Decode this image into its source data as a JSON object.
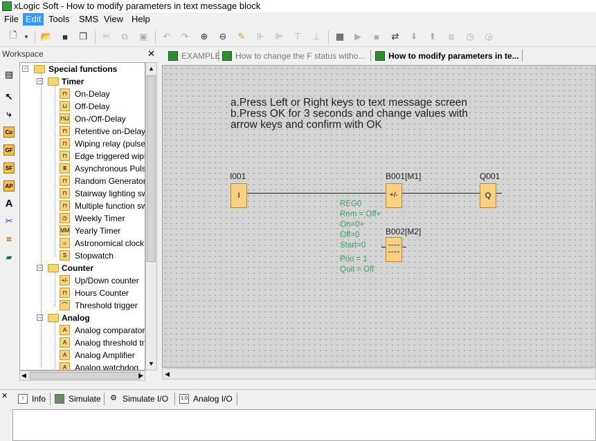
{
  "window": {
    "title": "xLogic Soft - How to modify parameters in text message block"
  },
  "menu": [
    "File",
    "Edit",
    "Tools",
    "SMS",
    "View",
    "Help"
  ],
  "menu_active": "Edit",
  "toolbar": {
    "icons": [
      "new-icon",
      "dropdown-icon",
      "open-icon",
      "save-icon",
      "save-all-icon",
      "cut-icon",
      "copy-icon",
      "paste-icon",
      "undo-icon",
      "redo-icon",
      "zoom-in-icon",
      "zoom-out-icon",
      "clear-icon",
      "align-left-icon",
      "align-center-icon",
      "align-top-icon",
      "align-middle-icon",
      "compile-icon",
      "run-icon",
      "stop-icon",
      "transfer-icon",
      "download-icon",
      "upload-icon",
      "compare-icon",
      "clock-icon",
      "timer-icon"
    ]
  },
  "workspace": {
    "title": "Workspace",
    "close": "✕",
    "left_tools": [
      "pointer-icon",
      "connector-icon",
      "Co",
      "GF",
      "SF",
      "AP",
      "text-tool-icon",
      "cut-wire-icon",
      "route-icon",
      "simulate-icon"
    ],
    "tree": {
      "root": "Special functions",
      "groups": [
        {
          "label": "Timer",
          "items": [
            "On-Delay",
            "Off-Delay",
            "On-/Off-Delay",
            "Retentive on-Delay",
            "Wiping relay (pulse",
            "Edge triggered wipi",
            "Asynchronous Puls",
            "Random Generator",
            "Stairway lighting sw",
            "Multiple function sw",
            "Weekly Timer",
            "Yearly Timer",
            "Astronomical clock",
            "Stopwatch"
          ]
        },
        {
          "label": "Counter",
          "items": [
            "Up/Down counter",
            "Hours Counter",
            "Threshold trigger"
          ]
        },
        {
          "label": "Analog",
          "items": [
            "Analog comparator",
            "Analog threshold tr",
            "Analog Amplifier",
            "Analog watchdog"
          ]
        }
      ]
    }
  },
  "tabs": [
    {
      "label": "EXAMPLE",
      "active": false
    },
    {
      "label": "How to change the F status witho...",
      "active": false
    },
    {
      "label": "How to modify parameters in te...",
      "active": true
    }
  ],
  "canvas": {
    "note_lines": [
      "a.Press Left or Right keys to text message screen",
      "b.Press OK for 3 seconds and change values with",
      "arrow keys and confirm with OK"
    ],
    "blocks": {
      "input": {
        "name": "I001",
        "symbol": "I"
      },
      "counter": {
        "name": "B001[M1]",
        "symbol": "+/-"
      },
      "output": {
        "name": "Q001",
        "symbol": "Q"
      },
      "message": {
        "name": "B002[M2]"
      }
    },
    "params_b001": [
      "REG0",
      "Rem = Off+",
      "On=0+",
      "Off=0",
      "Start=0"
    ],
    "params_b002": [
      "Prio = 1",
      "Quit = Off"
    ]
  },
  "bottom_tabs": [
    "Info",
    "Simulate",
    "Simulate I/O",
    "Analog I/O"
  ],
  "bottom_tab_icon_text": "1.0",
  "bottom_close": "✕"
}
